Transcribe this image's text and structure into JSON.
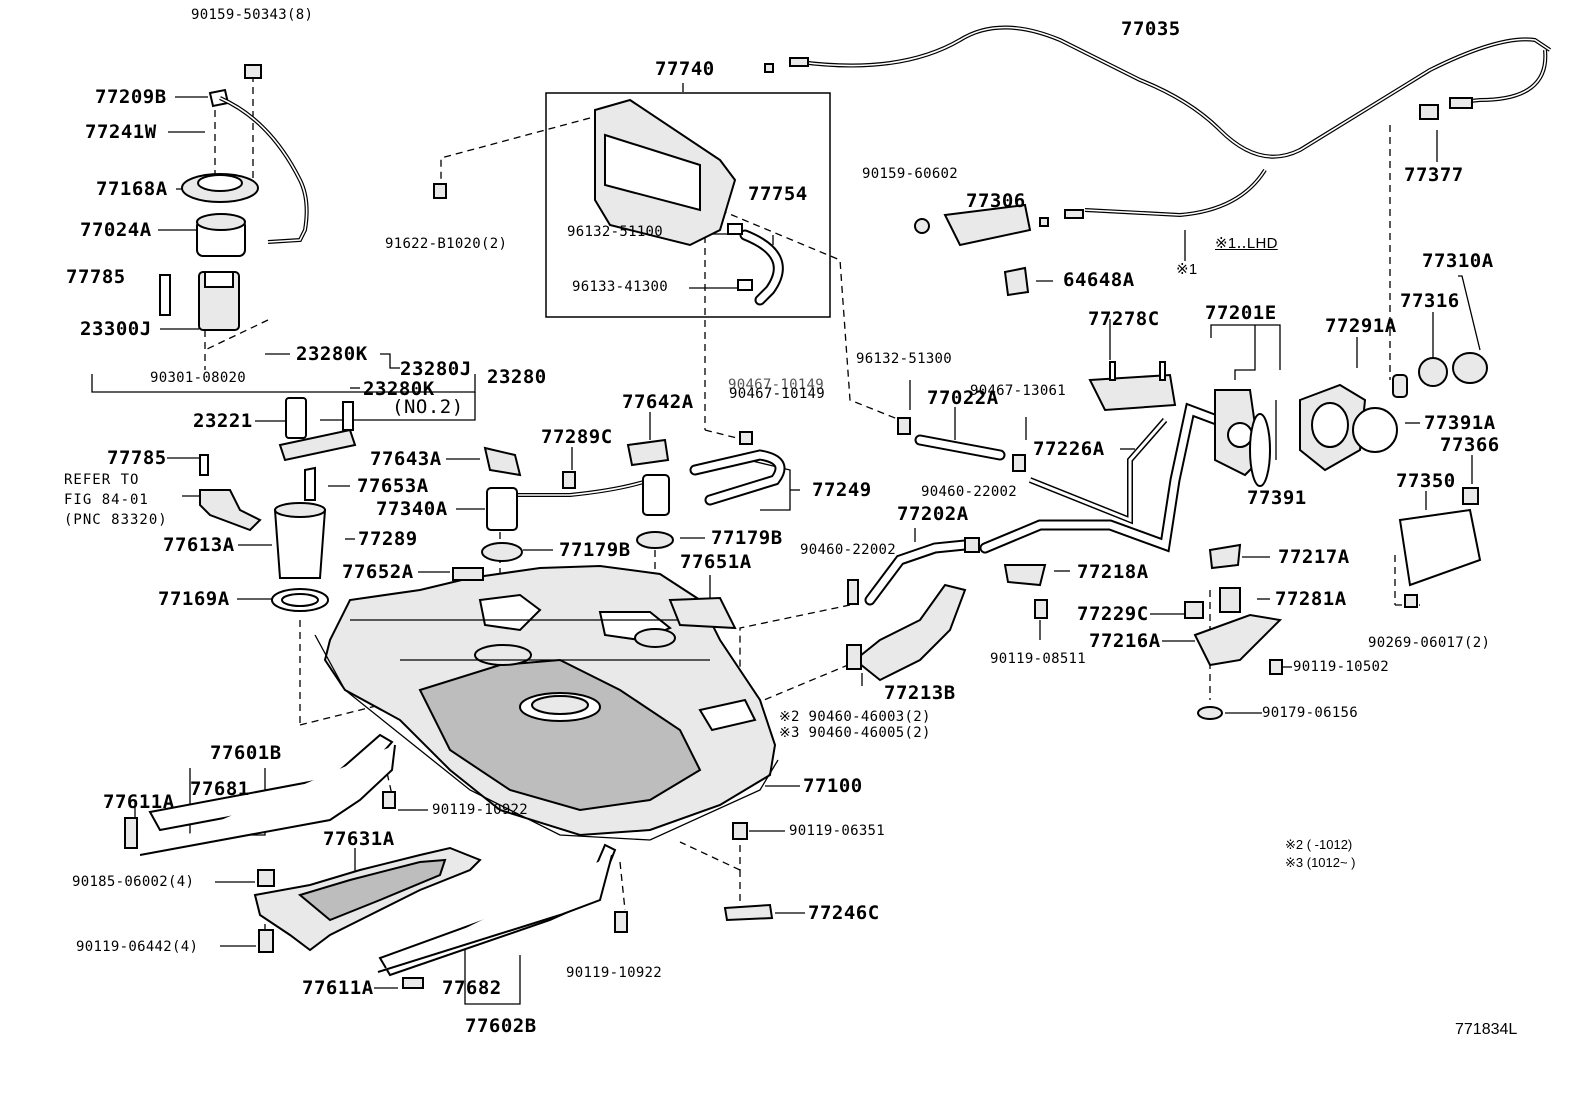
{
  "diagram_code": "771834L",
  "notes": {
    "lhd": "※1‥LHD",
    "mark1": "※1",
    "note2": "※2 (     -1012)",
    "note3": "※3 (1012~     )"
  },
  "refer": {
    "line1": "REFER TO",
    "line2": "FIG 84-01",
    "line3": "(PNC 83320)"
  },
  "labels": {
    "p90159_50343": "90159-50343(8)",
    "p77209B": "77209B",
    "p77241W": "77241W",
    "p77168A": "77168A",
    "p77024A": "77024A",
    "p77785_top": "77785",
    "p23300J": "23300J",
    "p23280K_1": "23280K",
    "p23280J": "23280J",
    "p90301": "90301-08020",
    "p23280K_2": "23280K",
    "p23280_partial": "23280",
    "p_no2": "(NO.2)",
    "p23221": "23221",
    "p77785_mid": "77785",
    "p77653A": "77653A",
    "p77613A": "77613A",
    "p77289": "77289",
    "p77169A": "77169A",
    "p77740": "77740",
    "p91622": "91622-B1020(2)",
    "p77754": "77754",
    "p96132_51100": "96132-51100",
    "p96133_41300": "96133-41300",
    "p77035": "77035",
    "p90159_60602": "90159-60602",
    "p77306": "77306",
    "p64648A": "64648A",
    "p77377": "77377",
    "p77310A": "77310A",
    "p77316": "77316",
    "p77291A": "77291A",
    "p77201E": "77201E",
    "p77278C": "77278C",
    "p96132_51300": "96132-51300",
    "p77022A": "77022A",
    "p90467_13061": "90467-13061",
    "p77226A": "77226A",
    "p77391A": "77391A",
    "p77366": "77366",
    "p77391": "77391",
    "p77350": "77350",
    "p77642A": "77642A",
    "p90467_10149": "90467-10149",
    "p90467_partial": "90467-10149",
    "p77289C": "77289C",
    "p77643A": "77643A",
    "p77249": "77249",
    "p77340A": "77340A",
    "p77179B_left": "77179B",
    "p77179B_right": "77179B",
    "p77652A": "77652A",
    "p77651A": "77651A",
    "p90460_22002_a": "90460-22002",
    "p77202A": "77202A",
    "p90460_22002_b": "90460-22002",
    "p77218A": "77218A",
    "p77217A": "77217A",
    "p77229C": "77229C",
    "p77281A": "77281A",
    "p77216A": "77216A",
    "p90119_08511": "90119-08511",
    "p90119_10502": "90119-10502",
    "p90179_06156": "90179-06156",
    "p90269_06017": "90269-06017(2)",
    "p77213B": "77213B",
    "p90460_46003": "※2 90460-46003(2)",
    "p90460_46005": "※3 90460-46005(2)",
    "p77100": "77100",
    "p77601B": "77601B",
    "p77681": "77681",
    "p77611A_top": "77611A",
    "p90119_10922_a": "90119-10922",
    "p77631A": "77631A",
    "p90185_06002": "90185-06002(4)",
    "p90119_06351": "90119-06351",
    "p77246C": "77246C",
    "p90119_06442": "90119-06442(4)",
    "p90119_10922_b": "90119-10922",
    "p77611A_bot": "77611A",
    "p77682": "77682",
    "p77602B": "77602B"
  }
}
